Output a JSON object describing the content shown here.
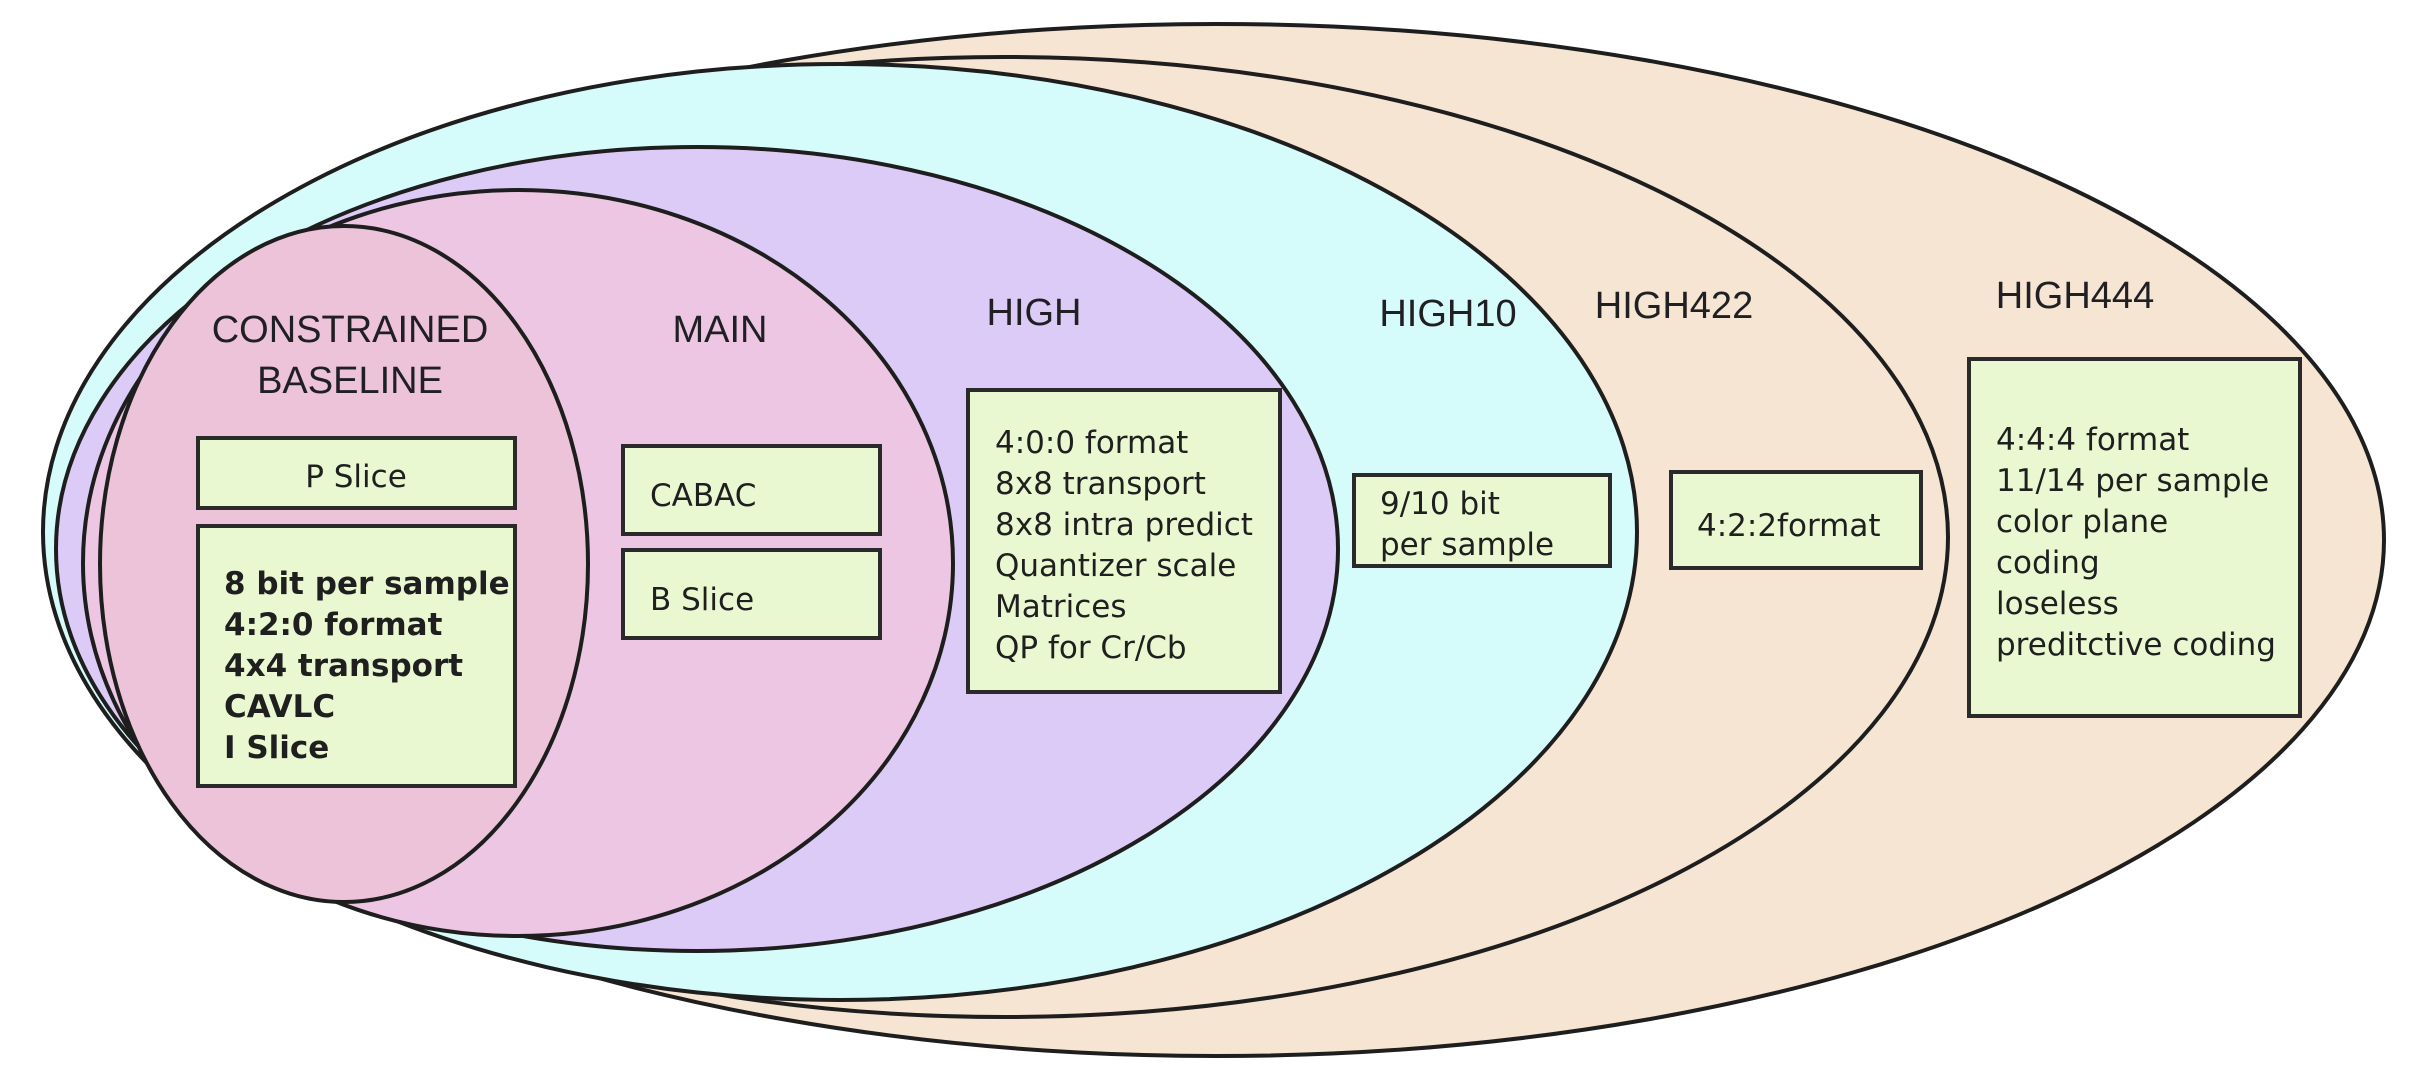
{
  "profiles": {
    "high444": {
      "label": "HIGH444",
      "features": [
        "4:4:4 format",
        "11/14 per sample",
        "color plane",
        "coding",
        "loseless",
        "preditctive coding"
      ],
      "color": "#f5e5d2"
    },
    "high422": {
      "label": "HIGH422",
      "features": [
        "4:2:2format"
      ],
      "color": "#f5e5d2"
    },
    "high10": {
      "label": "HIGH10",
      "features": [
        "9/10 bit",
        "per sample"
      ],
      "color": "#d6fbfb"
    },
    "high": {
      "label": "HIGH",
      "features": [
        "4:0:0 format",
        "8x8 transport",
        "8x8 intra predict",
        "Quantizer scale",
        "Matrices",
        "QP for Cr/Cb"
      ],
      "color": "#dccaf7"
    },
    "main": {
      "label": "MAIN",
      "features_a": [
        "CABAC"
      ],
      "features_b": [
        "B Slice"
      ],
      "color": "#edc6e3"
    },
    "constrained_baseline": {
      "label_line1": "CONSTRAINED",
      "label_line2": "BASELINE",
      "features_a": [
        "P Slice"
      ],
      "features_b": [
        "8 bit per sample",
        "4:2:0 format",
        "4x4 transport",
        "CAVLC",
        "I Slice"
      ],
      "color": "#ecc3d9"
    }
  },
  "colors": {
    "outline": "#1e1e1e",
    "box_fill": "#eaf8d2"
  }
}
